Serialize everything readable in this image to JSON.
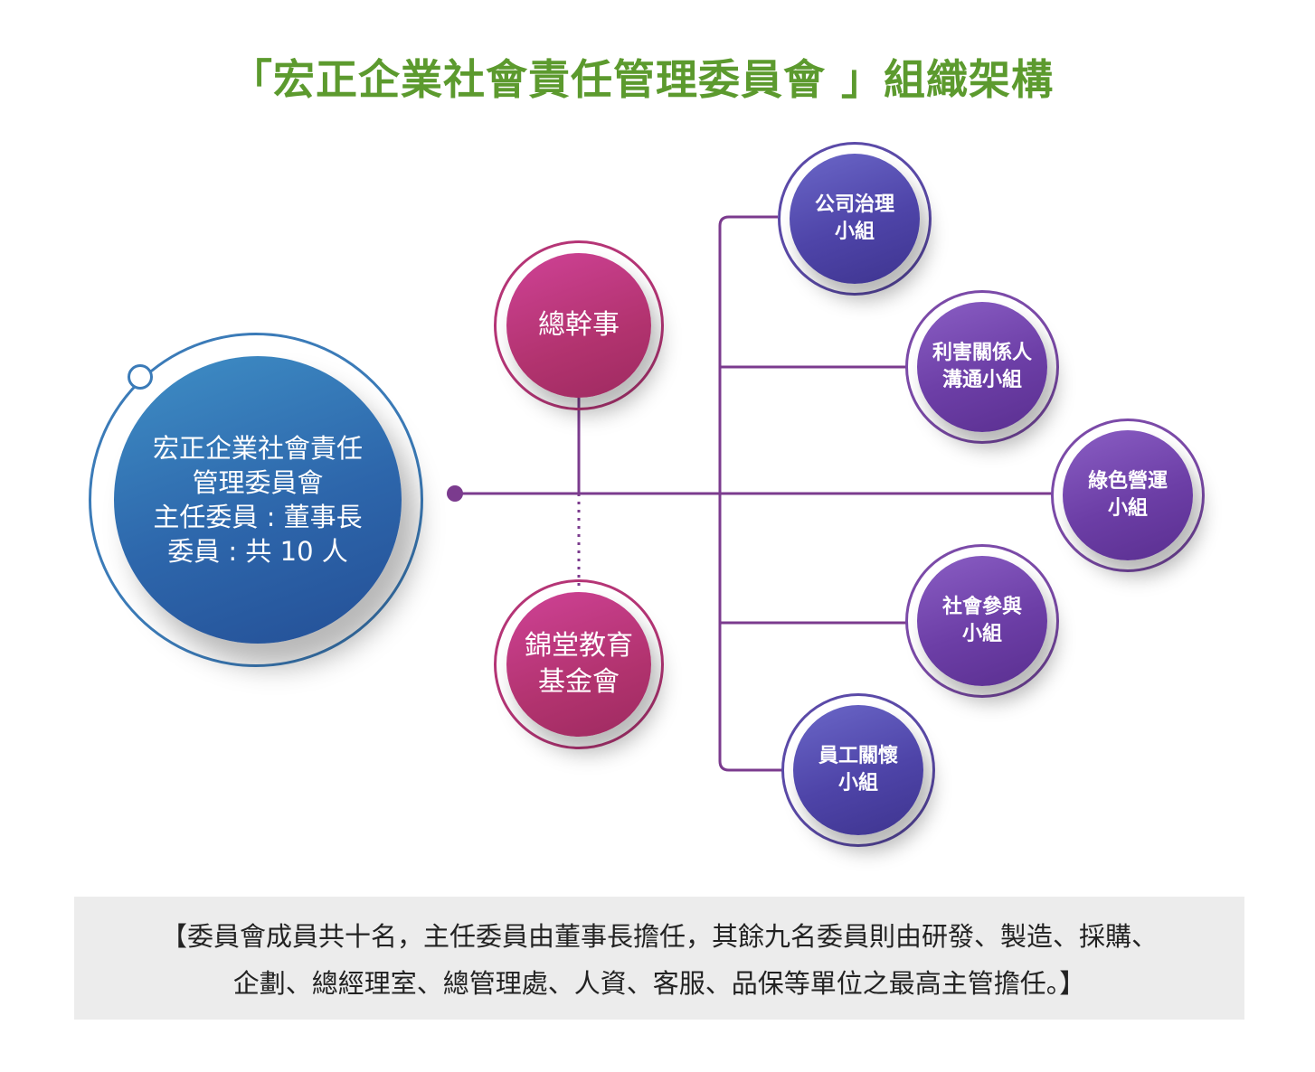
{
  "title": "「宏正企業社會責任管理委員會 」組織架構",
  "main_node": {
    "lines": [
      "宏正企業社會責任",
      "管理委員會",
      "主任委員 : 董事長",
      "委員 : 共 10 人"
    ]
  },
  "side_nodes": {
    "secretary": [
      "總幹事"
    ],
    "foundation": [
      "錦堂教育",
      "基金會"
    ]
  },
  "groups": [
    {
      "key": "governance",
      "lines": [
        "公司治理",
        "小組"
      ]
    },
    {
      "key": "stakeholder",
      "lines": [
        "利害關係人",
        "溝通小組"
      ]
    },
    {
      "key": "green",
      "lines": [
        "綠色營運",
        "小組"
      ]
    },
    {
      "key": "social",
      "lines": [
        "社會參與",
        "小組"
      ]
    },
    {
      "key": "employee",
      "lines": [
        "員工關懷",
        "小組"
      ]
    }
  ],
  "note": {
    "lines": [
      "【委員會成員共十名，主任委員由董事長擔任，其餘九名委員則由研發、製造、採購、",
      "企劃、總經理室、總管理處、人資、客服、品保等單位之最高主管擔任。】"
    ]
  },
  "colors": {
    "title": "#5c9a2e",
    "main": "#2d66ab",
    "pink": "#b2336f",
    "purple": "#4e44a8",
    "violet": "#6c3ea6",
    "connector": "#7b3b8e"
  }
}
